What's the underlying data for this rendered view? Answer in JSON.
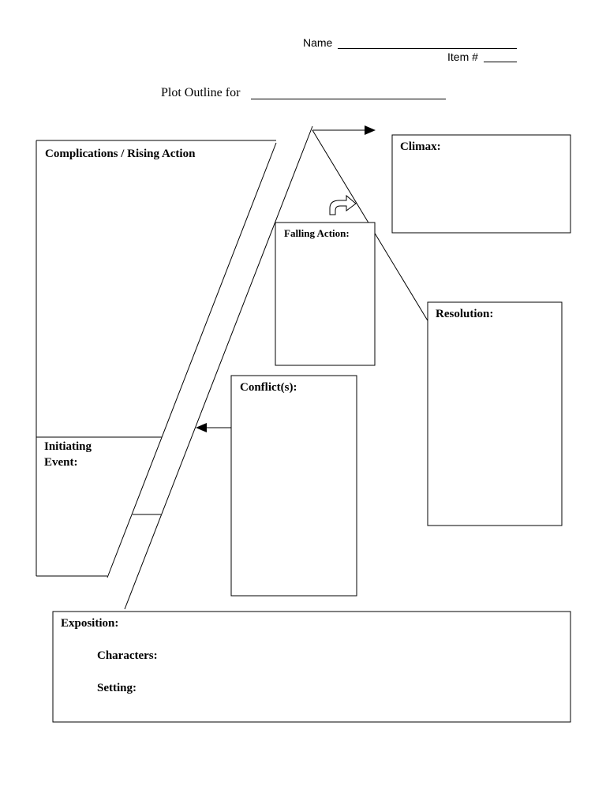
{
  "header": {
    "name_label": "Name",
    "item_label": "Item #",
    "title": "Plot Outline for"
  },
  "boxes": {
    "complications": "Complications / Rising Action",
    "climax": "Climax:",
    "falling_action": "Falling Action:",
    "resolution": "Resolution:",
    "conflicts": "Conflict(s):",
    "initiating_line1": "Initiating",
    "initiating_line2": "Event:",
    "exposition": "Exposition:",
    "characters": "Characters:",
    "setting": "Setting:"
  },
  "colors": {
    "ink": "#000000",
    "paper": "#ffffff"
  }
}
